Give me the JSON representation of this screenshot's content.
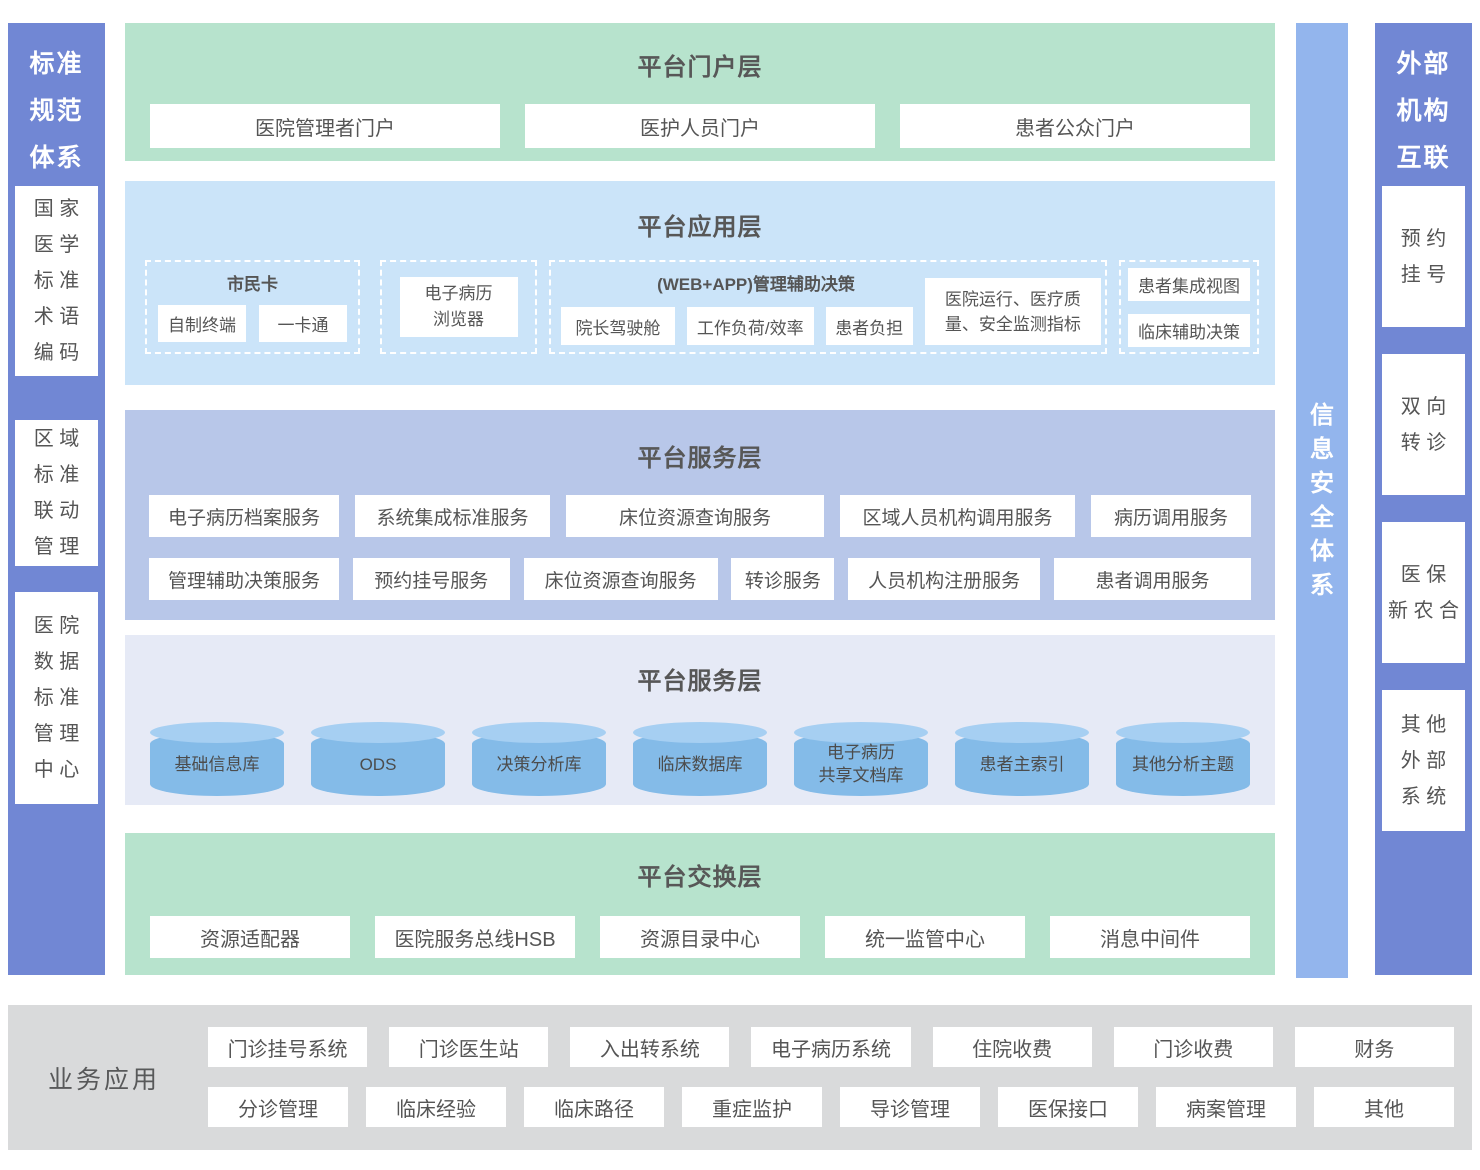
{
  "colors": {
    "sidebar_blue": "#7187d4",
    "security_blue": "#93b5ed",
    "band_green": "#b7e3cd",
    "app_light_blue": "#cbe4f9",
    "service_periwinkle": "#b8c7e9",
    "data_lavender": "#e6eaf6",
    "business_gray": "#d9dadb",
    "cylinder_body": "#84bbe8",
    "cylinder_top": "#a6cff2",
    "box_text": "#555555"
  },
  "left_sidebar": {
    "title": "标准\n规范\n体系",
    "items": [
      "国 家\n医 学\n标 准\n术 语\n编 码",
      "区 域\n标 准\n联 动\n管 理",
      "医 院\n数 据\n标 准\n管 理\n中 心"
    ]
  },
  "portal_layer": {
    "title": "平台门户层",
    "items": [
      "医院管理者门户",
      "医护人员门户",
      "患者公众门户"
    ]
  },
  "app_layer": {
    "title": "平台应用层",
    "citizen_card": {
      "label": "市民卡",
      "items": [
        "自制终端",
        "一卡通"
      ]
    },
    "emr_browser": "电子病历\n浏览器",
    "decision": {
      "label": "(WEB+APP)管理辅助决策",
      "items": [
        "院长驾驶舱",
        "工作负荷/效率",
        "患者负担",
        "医院运行、医疗质\n量、安全监测指标"
      ]
    },
    "right_group": [
      "患者集成视图",
      "临床辅助决策"
    ]
  },
  "service_layer": {
    "title": "平台服务层",
    "row1": [
      "电子病历档案服务",
      "系统集成标准服务",
      "床位资源查询服务",
      "区域人员机构调用服务",
      "病历调用服务"
    ],
    "row2": [
      "管理辅助决策服务",
      "预约挂号服务",
      "床位资源查询服务",
      "转诊服务",
      "人员机构注册服务",
      "患者调用服务"
    ]
  },
  "data_layer": {
    "title": "平台服务层",
    "cylinders": [
      "基础信息库",
      "ODS",
      "决策分析库",
      "临床数据库",
      "电子病历\n共享文档库",
      "患者主索引",
      "其他分析主题"
    ]
  },
  "exchange_layer": {
    "title": "平台交换层",
    "items": [
      "资源适配器",
      "医院服务总线HSB",
      "资源目录中心",
      "统一监管中心",
      "消息中间件"
    ]
  },
  "security_bar": {
    "title": "信\n息\n安\n全\n体\n系"
  },
  "right_sidebar": {
    "title": "外部\n机构\n互联",
    "items": [
      "预 约\n挂 号",
      "双 向\n转 诊",
      "医 保\n新 农 合",
      "其 他\n外 部\n系 统"
    ]
  },
  "business": {
    "label": "业务应用",
    "row1": [
      "门诊挂号系统",
      "门诊医生站",
      "入出转系统",
      "电子病历系统",
      "住院收费",
      "门诊收费",
      "财务"
    ],
    "row2": [
      "分诊管理",
      "临床经验",
      "临床路径",
      "重症监护",
      "导诊管理",
      "医保接口",
      "病案管理",
      "其他"
    ]
  }
}
